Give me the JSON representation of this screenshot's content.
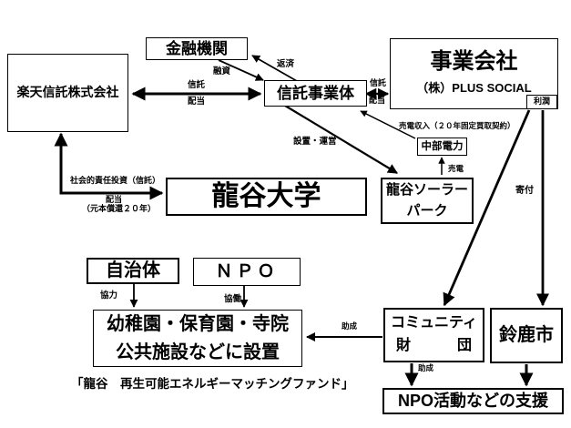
{
  "diagram": {
    "boxes": {
      "financial": {
        "label": "金融機関"
      },
      "rakuten_trust": {
        "label": "楽天信託株式会社"
      },
      "trust_entity": {
        "label": "信託事業体"
      },
      "business_co": {
        "title": "事業会社",
        "subtitle": "（株）PLUS SOCIAL"
      },
      "profit": {
        "label": "利潤"
      },
      "chubu_electric": {
        "label": "中部電力"
      },
      "ryukoku_univ": {
        "label": "龍谷大学"
      },
      "solar_park": {
        "line1": "龍谷ソーラー",
        "line2": "パーク"
      },
      "municipality": {
        "label": "自治体"
      },
      "npo": {
        "label": "ＮＰＯ"
      },
      "facilities": {
        "line1": "幼稚園・保育園・寺院",
        "line2": "公共施設などに設置"
      },
      "community_fund": {
        "line1": "コミュニティ",
        "line2_left": "財",
        "line2_right": "団"
      },
      "suzuka_city": {
        "label": "鈴鹿市"
      },
      "npo_support": {
        "label": "NPO活動などの支援"
      }
    },
    "edge_labels": {
      "loan": "融資",
      "repayment": "返済",
      "trust_left": "信託",
      "dividend_left": "配当",
      "trust_right": "信託",
      "dividend_right": "配当",
      "install_operate": "設置・運営",
      "power_sale_income": "売電収入（２０年固定買取契約）",
      "power_sale": "売電",
      "donation": "寄付",
      "sri_investment": "社会的責任投資（信託）",
      "sri_dividend": "配当",
      "principal_note": "（元本償還２０年）",
      "cooperation": "協力",
      "collaboration": "協働",
      "grant_left": "助成",
      "grant_down": "助成"
    },
    "caption": "「龍谷　再生可能エネルギーマッチングファンド」"
  },
  "colors": {
    "background": "#ffffff",
    "line": "#000000",
    "box_border": "#000000"
  }
}
